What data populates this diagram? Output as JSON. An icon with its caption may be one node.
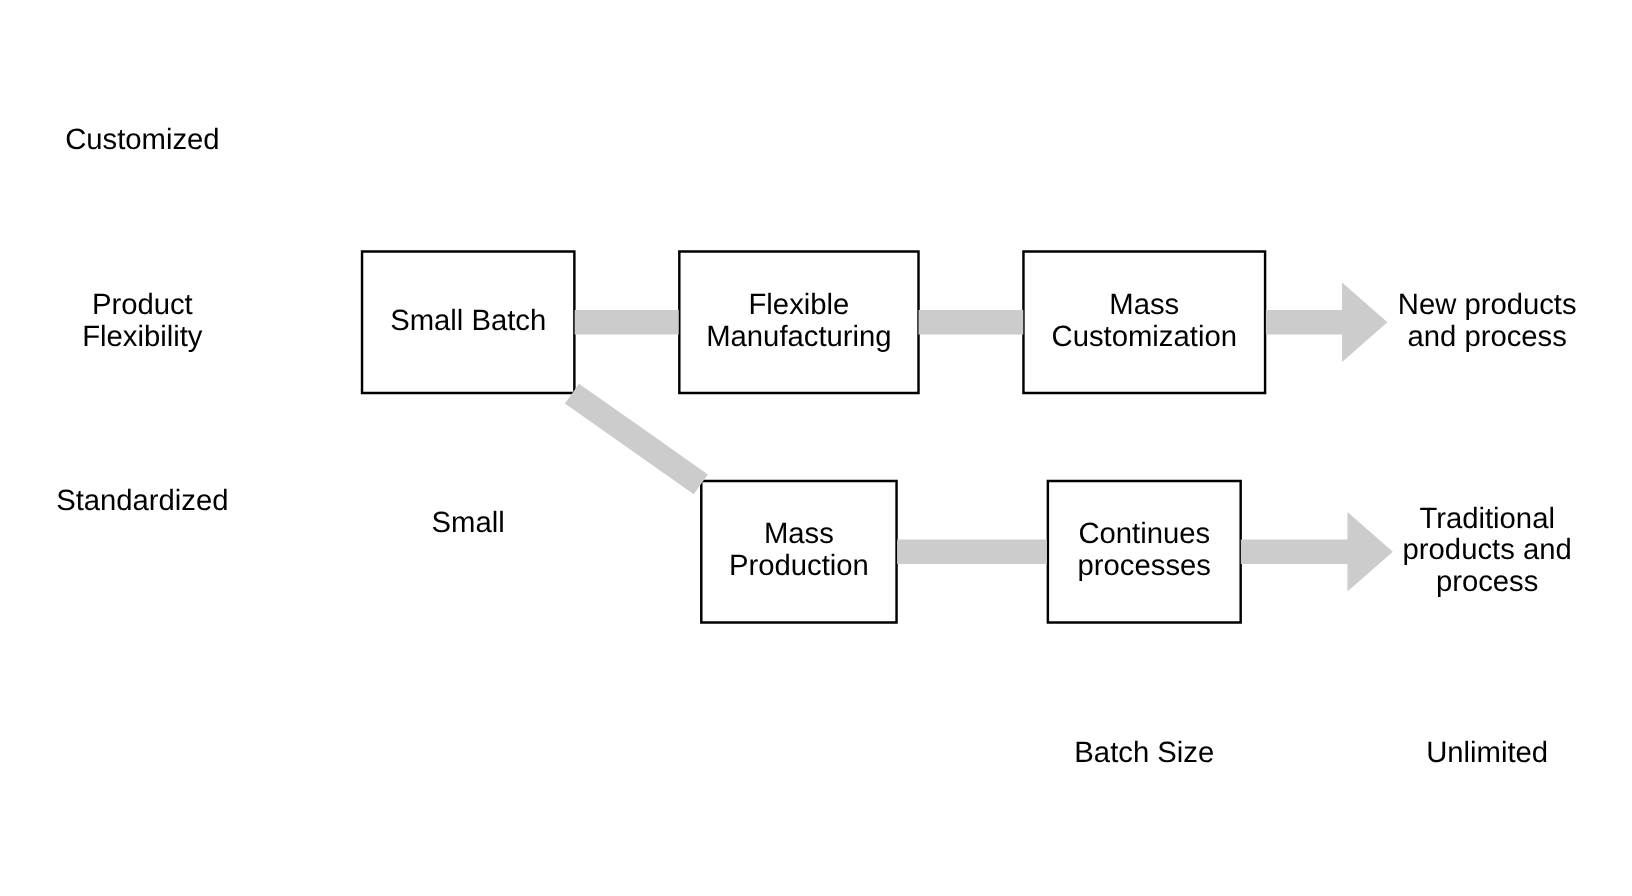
{
  "diagram": {
    "nodes": [
      {
        "text": [
          "Small Batch"
        ]
      },
      {
        "text": [
          "Flexible Manufacturing"
        ]
      },
      {
        "text": [
          "Mass Customization"
        ]
      },
      {
        "text": [
          "New products and process"
        ]
      },
      {
        "text": [
          "Mass Production"
        ]
      },
      {
        "text": [
          "Continues processes"
        ]
      },
      {
        "text": [
          "Traditional products and process"
        ]
      }
    ],
    "edges": [
      {
        "from": 0,
        "to": 1,
        "arrow": "none"
      },
      {
        "from": 1,
        "to": 2,
        "arrow": "none"
      },
      {
        "from": 2,
        "to": 3,
        "arrow": "to"
      },
      {
        "from": 0,
        "to": 4,
        "arrow": "none"
      },
      {
        "from": 4,
        "to": 5,
        "arrow": "none"
      },
      {
        "from": 5,
        "to": 6,
        "arrow": "to"
      }
    ],
    "labels": [
      "Customized",
      "Product Flexibility",
      "Standardized",
      "Small",
      "Unlimited",
      "Batch Size"
    ]
  }
}
